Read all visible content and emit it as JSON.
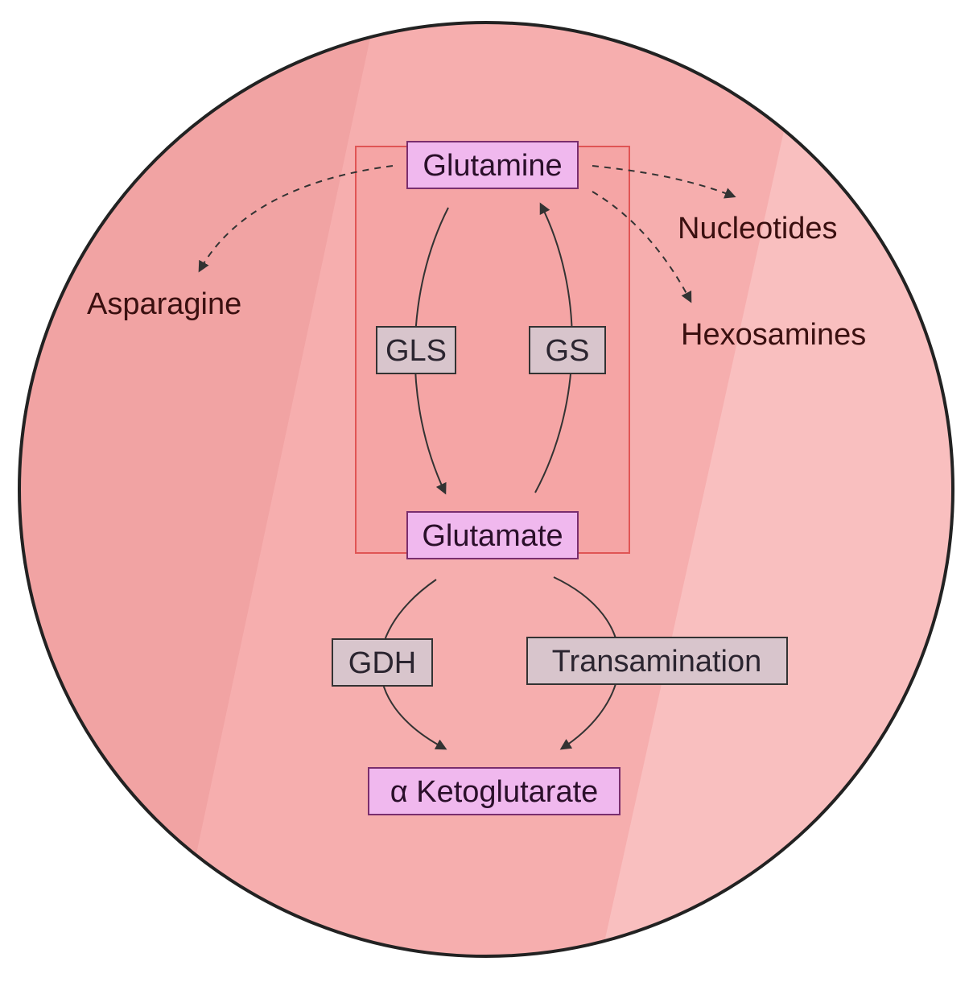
{
  "metabolites": {
    "glutamine": "Glutamine",
    "glutamate": "Glutamate",
    "alpha_ketoglutarate": "α Ketoglutarate"
  },
  "enzymes": {
    "gls": "GLS",
    "gs": "GS",
    "gdh": "GDH",
    "transamination": "Transamination"
  },
  "products": {
    "asparagine": "Asparagine",
    "nucleotides": "Nucleotides",
    "hexosamines": "Hexosamines"
  },
  "colors": {
    "cell_fill": "#f4aaaa",
    "cell_stroke": "#222222",
    "highlight_box_fill": "#f59e9e",
    "highlight_box_stroke": "#e05555",
    "metabolite_fill": "#f0b8ee",
    "metabolite_stroke": "#7a2e6e",
    "enzyme_fill": "#d8c5cc",
    "enzyme_stroke": "#333333",
    "arrow": "#333333"
  }
}
